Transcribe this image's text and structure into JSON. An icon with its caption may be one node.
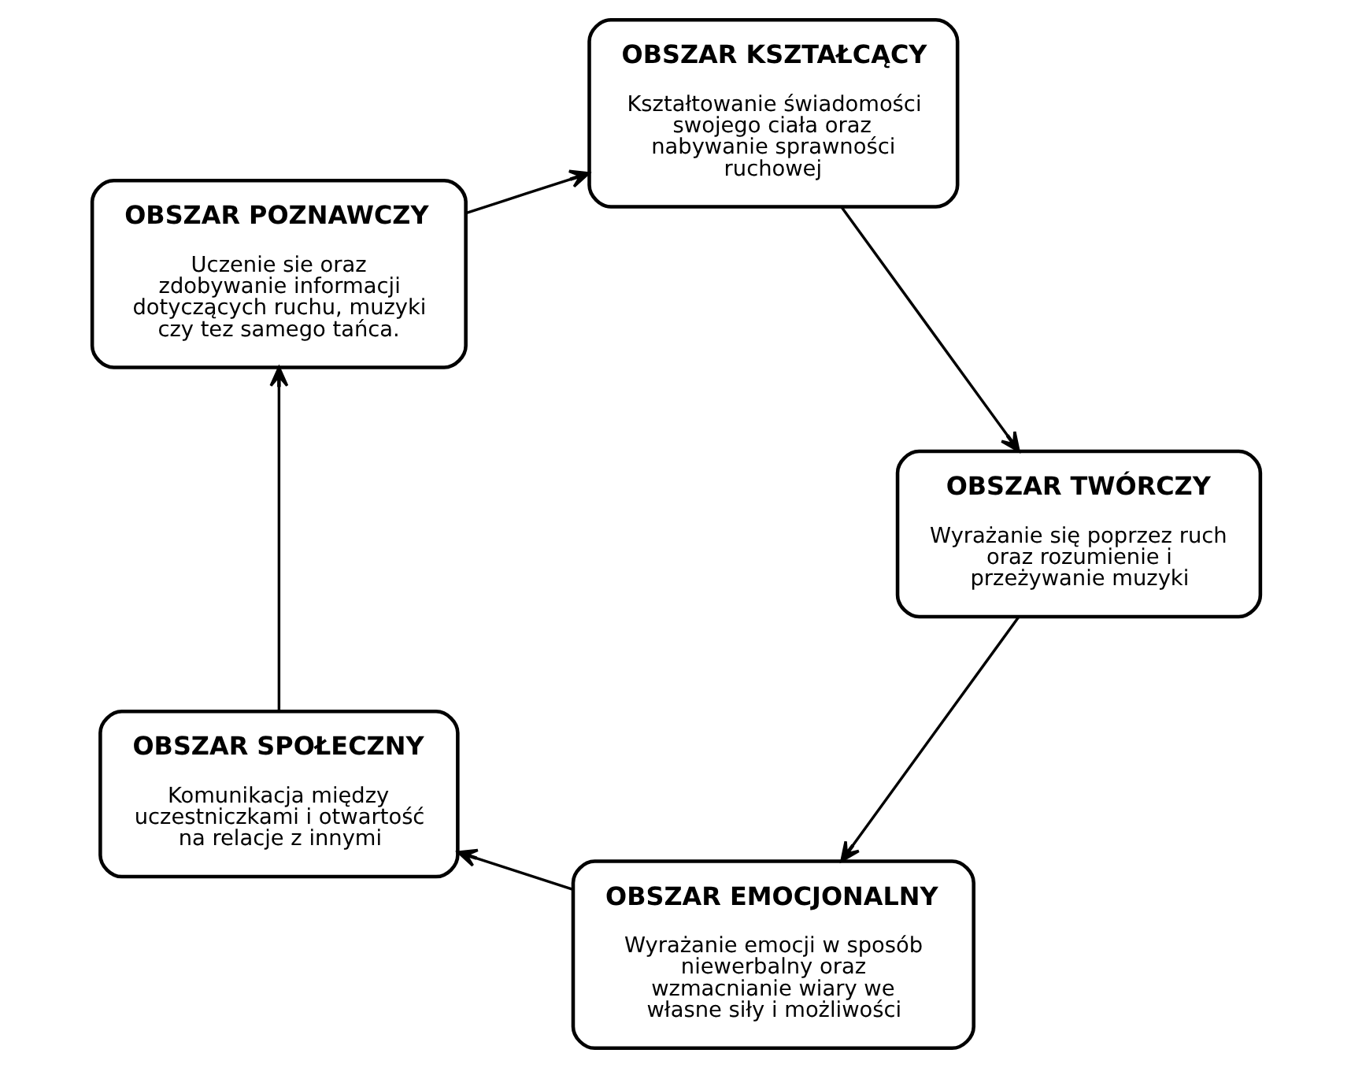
{
  "diagram": {
    "nodes": [
      {
        "text": [
          "OBSZAR EMOCJONALNY",
          "Wyrażanie emocji w sposób niewerbalny oraz wzmacnianie wiary we własne siły i możliwości"
        ]
      },
      {
        "text": [
          "OBSZAR SPOŁECZNY",
          "Komunikacja między uczestniczkami i otwartość na relacje z innymi"
        ]
      },
      {
        "text": [
          "OBSZAR POZNAWCZY",
          "Uczenie sie oraz zdobywanie informacji dotyczących ruchu, muzyki czy tez samego tańca."
        ]
      },
      {
        "text": [
          "OBSZAR KSZTAŁCĄCY",
          "Kształtowanie świadomości swojego ciała oraz nabywanie sprawności ruchowej"
        ]
      },
      {
        "text": [
          "OBSZAR TWÓRCZY",
          "Wyrażanie się poprzez ruch oraz rozumienie i przeżywanie muzyki"
        ]
      }
    ],
    "edges": [
      {
        "from": 0,
        "to": 1,
        "arrow": "to"
      },
      {
        "from": 1,
        "to": 2,
        "arrow": "to"
      },
      {
        "from": 2,
        "to": 3,
        "arrow": "to"
      },
      {
        "from": 3,
        "to": 4,
        "arrow": "to"
      },
      {
        "from": 4,
        "to": 0,
        "arrow": "to"
      }
    ]
  }
}
